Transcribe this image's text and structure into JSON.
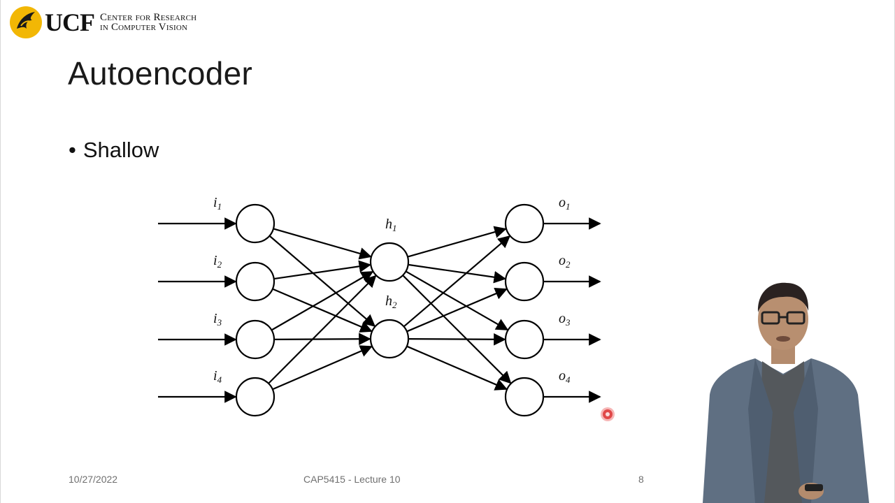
{
  "header": {
    "logo_ucf": "UCF",
    "logo_center_line1": "Center for Research",
    "logo_center_line2": "in Computer Vision"
  },
  "slide": {
    "title": "Autoencoder",
    "bullet": "Shallow"
  },
  "diagram": {
    "inputs": [
      {
        "letter": "i",
        "sub": "1"
      },
      {
        "letter": "i",
        "sub": "2"
      },
      {
        "letter": "i",
        "sub": "3"
      },
      {
        "letter": "i",
        "sub": "4"
      }
    ],
    "hidden": [
      {
        "letter": "h",
        "sub": "1"
      },
      {
        "letter": "h",
        "sub": "2"
      }
    ],
    "outputs": [
      {
        "letter": "o",
        "sub": "1"
      },
      {
        "letter": "o",
        "sub": "2"
      },
      {
        "letter": "o",
        "sub": "3"
      },
      {
        "letter": "o",
        "sub": "4"
      }
    ]
  },
  "footer": {
    "date": "10/27/2022",
    "course": "CAP5415 - Lecture 10",
    "page": "8"
  },
  "colors": {
    "ucf_gold": "#f2b705",
    "laser": "#e04848",
    "jacket": "#5f6f82"
  }
}
